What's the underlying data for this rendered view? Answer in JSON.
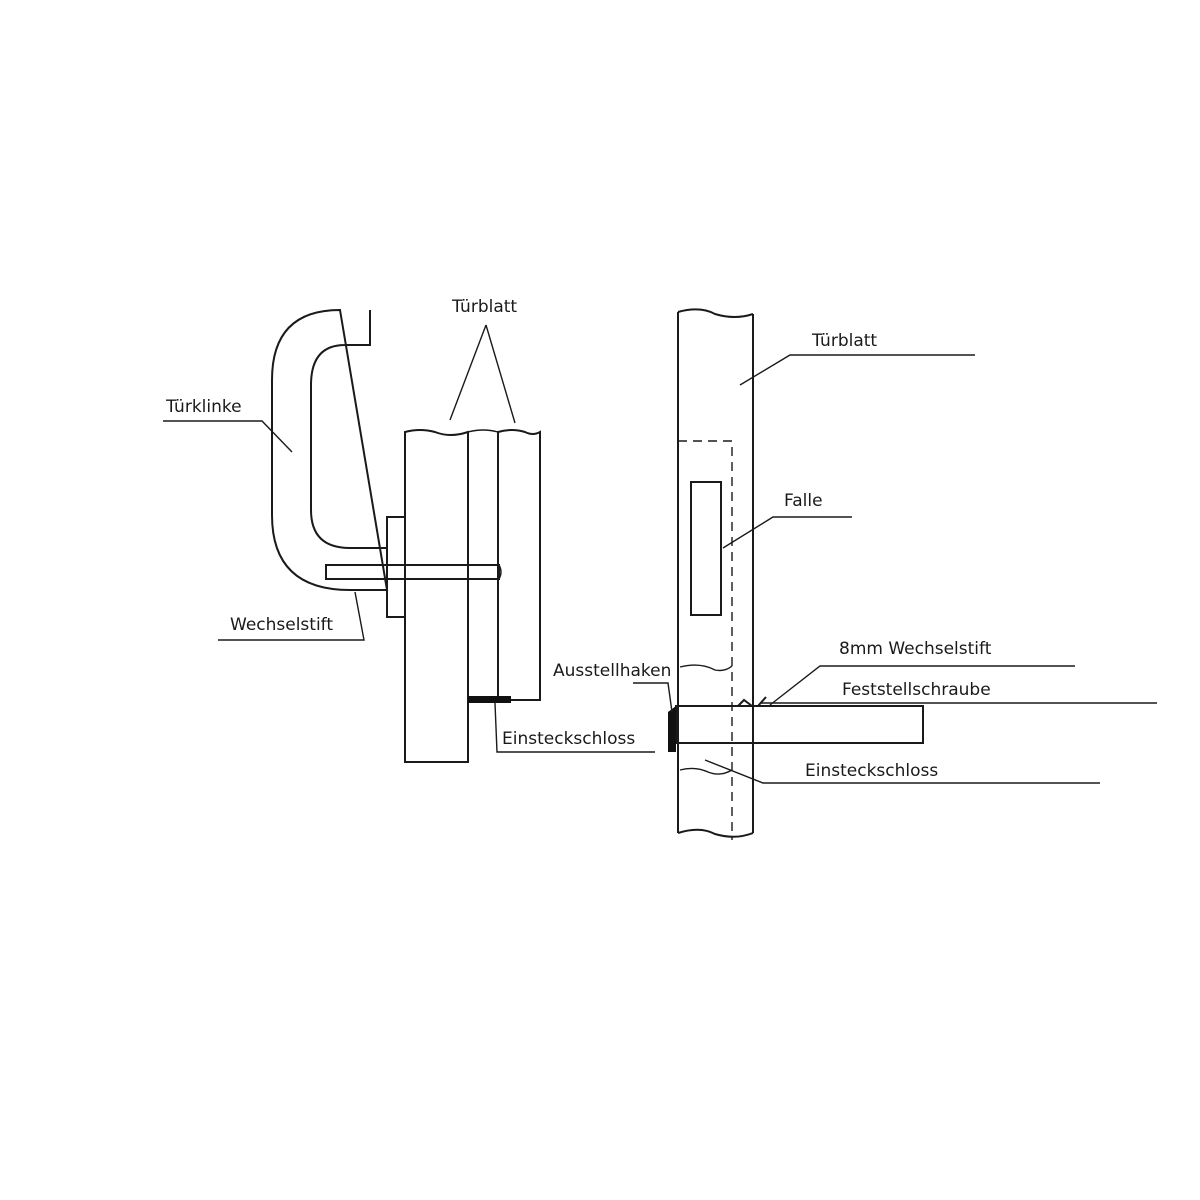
{
  "left_view": {
    "labels": {
      "door_leaf": "Türblatt",
      "door_handle": "Türklinke",
      "spindle": "Wechselstift",
      "mortise_lock": "Einsteckschloss"
    }
  },
  "right_view": {
    "labels": {
      "door_leaf": "Türblatt",
      "latch": "Falle",
      "spindle": "8mm Wechselstift",
      "set_screw": "Feststellschraube",
      "hook": "Ausstellhaken",
      "mortise_lock": "Einsteckschloss"
    }
  }
}
